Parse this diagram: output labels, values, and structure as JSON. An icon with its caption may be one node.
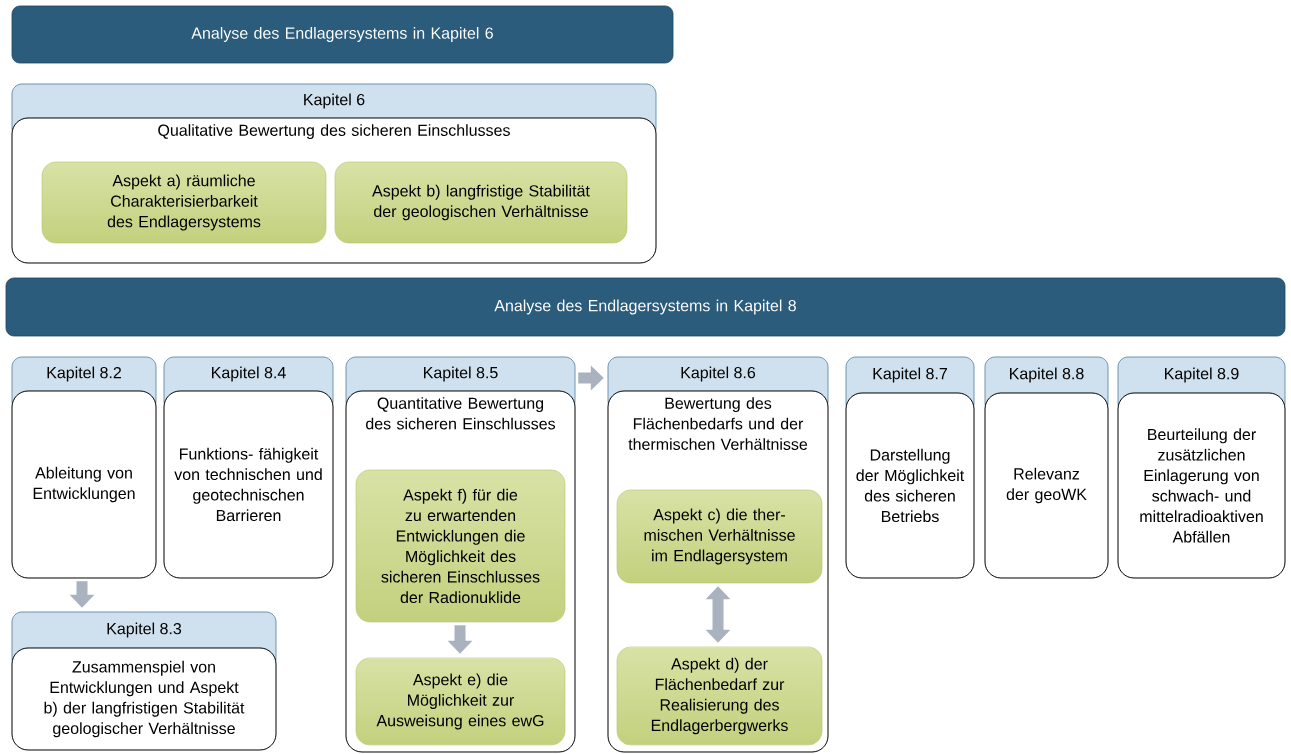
{
  "diagram": {
    "nodes": [
      {
        "text": [
          "Analyse des Endlagersystems in Kapitel 6"
        ]
      },
      {
        "text": [
          "Kapitel 6",
          "Qualitative Bewertung des sicheren Einschlusses"
        ]
      },
      {
        "text": [
          "Aspekt a) räumliche Charakterisierbarkeit des Endlagersystems"
        ],
        "in": 1
      },
      {
        "text": [
          "Aspekt b) langfristige Stabilität der geologischen Verhältnisse"
        ],
        "in": 1
      },
      {
        "text": [
          "Analyse des Endlagersystems in Kapitel 8"
        ]
      },
      {
        "text": [
          "Kapitel 8.2",
          "Ableitung von Entwicklungen"
        ]
      },
      {
        "text": [
          "Kapitel 8.3",
          "Zusammenspiel von Entwicklungen und Aspekt b) der langfristigen Stabilität geologischer Verhältnisse"
        ]
      },
      {
        "text": [
          "Kapitel 8.4",
          "Funktions- fähigkeit von technischen und geotechnischen Barrieren"
        ]
      },
      {
        "text": [
          "Kapitel 8.5",
          "Quantitative Bewertung des sicheren Einschlusses"
        ]
      },
      {
        "text": [
          "Aspekt f) für die zu erwartenden Entwicklungen die Möglichkeit des sicheren Einschlusses der Radionuklide"
        ],
        "in": 8
      },
      {
        "text": [
          "Aspekt e) die Möglichkeit zur Ausweisung eines ewG"
        ],
        "in": 8
      },
      {
        "text": [
          "Kapitel 8.6",
          "Bewertung des Flächenbedarfs und der thermischen Verhältnisse"
        ]
      },
      {
        "text": [
          "Aspekt c) die ther- mischen Verhältnisse im Endlagersystem"
        ],
        "in": 11
      },
      {
        "text": [
          "Aspekt d) der Flächenbedarf zur Realisierung des Endlagerbergwerks"
        ],
        "in": 11
      },
      {
        "text": [
          "Kapitel 8.7",
          "Darstellung der Möglichkeit des sicheren Betriebs"
        ]
      },
      {
        "text": [
          "Kapitel 8.8",
          "Relevanz der geoWK"
        ]
      },
      {
        "text": [
          "Kapitel 8.9",
          "Beurteilung der zusätzlichen Einlagerung von schwach- und mittelradioaktiven Abfällen"
        ]
      }
    ],
    "edges": [
      {
        "from": 5,
        "to": 6,
        "arrow": "to"
      },
      {
        "from": 8,
        "to": 11,
        "arrow": "to"
      },
      {
        "from": 9,
        "to": 10,
        "arrow": "to"
      },
      {
        "from": 12,
        "to": 13,
        "arrow": "both"
      }
    ]
  }
}
